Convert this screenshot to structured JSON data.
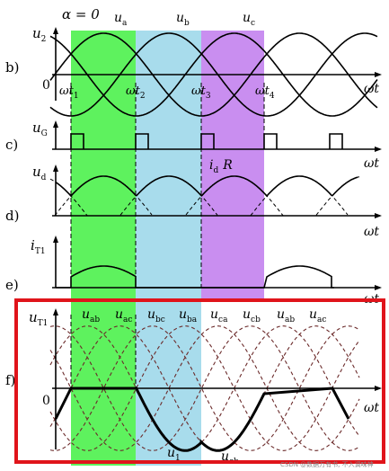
{
  "colors": {
    "band_1": "#5ef25e",
    "band_2": "#a8dcec",
    "band_3": "#c98ef0",
    "highlight_frame": "#e0141b",
    "dashed_pair_waves": "#6b2a2a",
    "curve": "#000000"
  },
  "panels": {
    "b": {
      "label": "b)",
      "y_symbol": "u",
      "y_subscript": "2",
      "alpha_label": "α = 0",
      "phase_labels": [
        {
          "s": "u",
          "sub": "a"
        },
        {
          "s": "u",
          "sub": "b"
        },
        {
          "s": "u",
          "sub": "c"
        }
      ],
      "zero": "0",
      "x_axis": "ωt",
      "t_labels": [
        {
          "s": "ωt",
          "sub": "1"
        },
        {
          "s": "ωt",
          "sub": "2"
        },
        {
          "s": "ωt",
          "sub": "3"
        },
        {
          "s": "ωt",
          "sub": "4"
        }
      ]
    },
    "c": {
      "label": "c)",
      "y_symbol": "u",
      "y_subscript": "G",
      "x_axis": "ωt"
    },
    "d": {
      "label": "d)",
      "y_symbol": "u",
      "y_subscript": "d",
      "x_axis": "ωt",
      "annotation": {
        "s": "i",
        "sub": "d",
        "tail": "R"
      }
    },
    "e": {
      "label": "e)",
      "y_symbol": "i",
      "y_subscript": "T1",
      "x_axis": "ωt"
    },
    "f": {
      "label": "f)",
      "y_symbol": "u",
      "y_subscript": "T1",
      "zero": "0",
      "x_axis": "ωt",
      "pair_labels": [
        {
          "s": "u",
          "sub": "ab"
        },
        {
          "s": "u",
          "sub": "ac"
        },
        {
          "s": "u",
          "sub": "bc"
        },
        {
          "s": "u",
          "sub": "ba"
        },
        {
          "s": "u",
          "sub": "ca"
        },
        {
          "s": "u",
          "sub": "cb"
        },
        {
          "s": "u",
          "sub": "ab"
        },
        {
          "s": "u",
          "sub": "ac"
        }
      ],
      "bottom_labels": [
        {
          "s": "u",
          "sub": "1"
        },
        {
          "s": "u",
          "sub": "cb"
        }
      ]
    }
  },
  "watermark": "CSDN @数据万有书, 不入调味神"
}
